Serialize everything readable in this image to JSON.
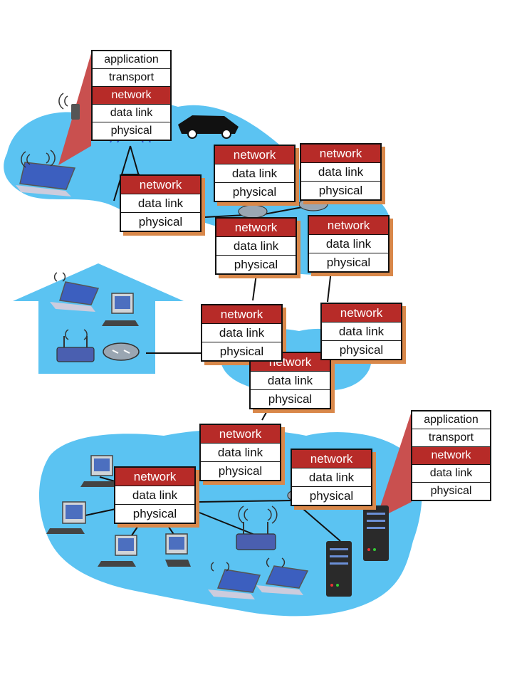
{
  "layers": {
    "application": "application",
    "transport": "transport",
    "network": "network",
    "data_link": "data link",
    "physical": "physical"
  },
  "colors": {
    "cloud": "#5bc3f2",
    "network_layer": "#b72b28",
    "stack_shadow": "#d9884a",
    "link": "#111111"
  },
  "icons": {
    "laptop": "laptop-icon",
    "desktop": "desktop-computer-icon",
    "server": "server-icon",
    "router": "router-icon",
    "wireless_router": "wireless-access-point-icon",
    "cell_tower": "cell-tower-icon",
    "car": "car-icon",
    "home": "home-icon"
  }
}
